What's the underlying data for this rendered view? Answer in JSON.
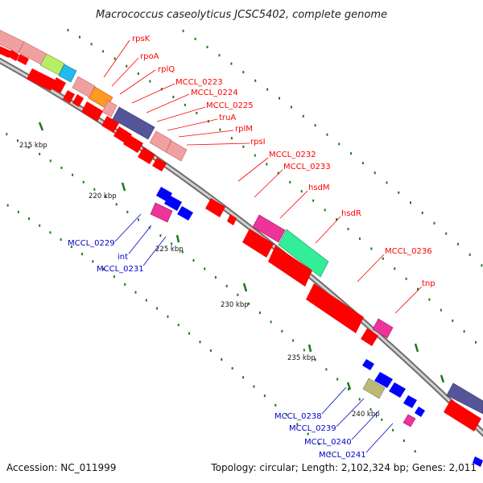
{
  "title": "Macrococcus caseolyticus JCSC5402, complete genome",
  "footer": {
    "accession": "Accession: NC_011999",
    "summary": "Topology: circular; Length: 2,102,324 bp; Genes: 2,011"
  },
  "colors": {
    "forward_gene": "#ff0000",
    "reverse_gene": "#0000ff",
    "forward_label": "#ff0000",
    "reverse_label": "#0000cc",
    "kbp_tick": "#1a7a1a",
    "backbone": "#888888"
  },
  "position_labels": [
    "215 kbp",
    "220 kbp",
    "225 kbp",
    "230 kbp",
    "235 kbp",
    "240 kbp"
  ],
  "forward_gene_labels": [
    "rpsK",
    "rpoA",
    "rplQ",
    "MCCL_0223",
    "MCCL_0224",
    "MCCL_0225",
    "truA",
    "rplM",
    "rpsI",
    "MCCL_0232",
    "MCCL_0233",
    "hsdM",
    "hsdR",
    "MCCL_0236",
    "tnp"
  ],
  "reverse_gene_labels": [
    "MCCL_0229",
    "int",
    "MCCL_0231",
    "MCCL_0238",
    "MCCL_0239",
    "MCCL_0240",
    "MCCL_0241"
  ]
}
